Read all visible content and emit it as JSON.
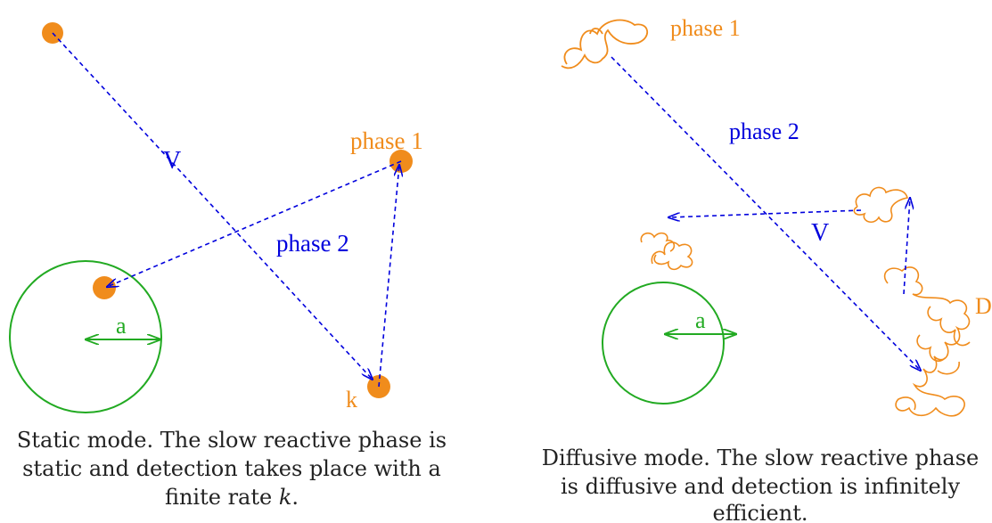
{
  "colors": {
    "orange": "#f08c1c",
    "blue": "#0000dd",
    "green": "#22aa22",
    "text": "#222222"
  },
  "left_panel": {
    "label_v": "V",
    "label_phase1": "phase 1",
    "label_phase2": "phase 2",
    "label_a": "a",
    "label_k": "k",
    "caption_line1": "Static mode. The slow reactive phase is",
    "caption_line2": "static and detection takes place with a",
    "caption_line3_text": "finite rate ",
    "caption_line3_var": "k",
    "caption_line3_end": "."
  },
  "right_panel": {
    "label_phase1": "phase 1",
    "label_phase2": "phase 2",
    "label_v": "V",
    "label_a": "a",
    "label_d": "D",
    "caption_line1": "Diffusive mode. The slow reactive phase",
    "caption_line2": "is diffusive and detection is infinitely",
    "caption_line3": "efficient."
  }
}
